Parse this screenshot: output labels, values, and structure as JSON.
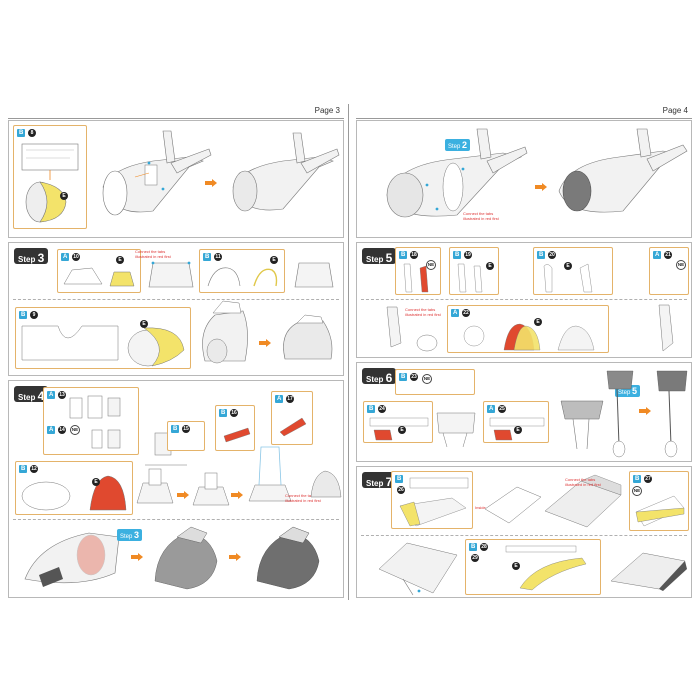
{
  "pages": {
    "left": {
      "number": "Page 3"
    },
    "right": {
      "number": "Page 4"
    }
  },
  "labels": {
    "step_word": "Step",
    "step3": "3",
    "step4": "4",
    "step5": "5",
    "step6": "6",
    "step7": "7",
    "ref_step2": "2",
    "ref_step3": "3",
    "ref_step5": "5",
    "tag_a": "A",
    "tag_b": "B",
    "ne": "NE"
  },
  "part_numbers": {
    "p8": "8",
    "p9": "9",
    "p10": "10",
    "p11": "11",
    "p12": "12",
    "p13": "13",
    "p14": "14",
    "p15": "15",
    "p16": "16",
    "p17": "17",
    "p18": "18",
    "p19": "19",
    "p20": "20",
    "p21": "21",
    "p22": "22",
    "p23": "23",
    "p24": "24",
    "p25": "25",
    "p26": "26",
    "p27": "27",
    "p28": "28",
    "p29": "29"
  },
  "callouts": {
    "e": "E"
  },
  "notes": {
    "connect_tabs": "Connect the tabs illustrated in red first",
    "inside": "Inside"
  },
  "colors": {
    "highlight_yellow": "#f3e36a",
    "highlight_red": "#e0492f",
    "panel_border": "#e4b36a",
    "callout_blue": "#35a7d6",
    "arrow_orange": "#f08a24"
  }
}
